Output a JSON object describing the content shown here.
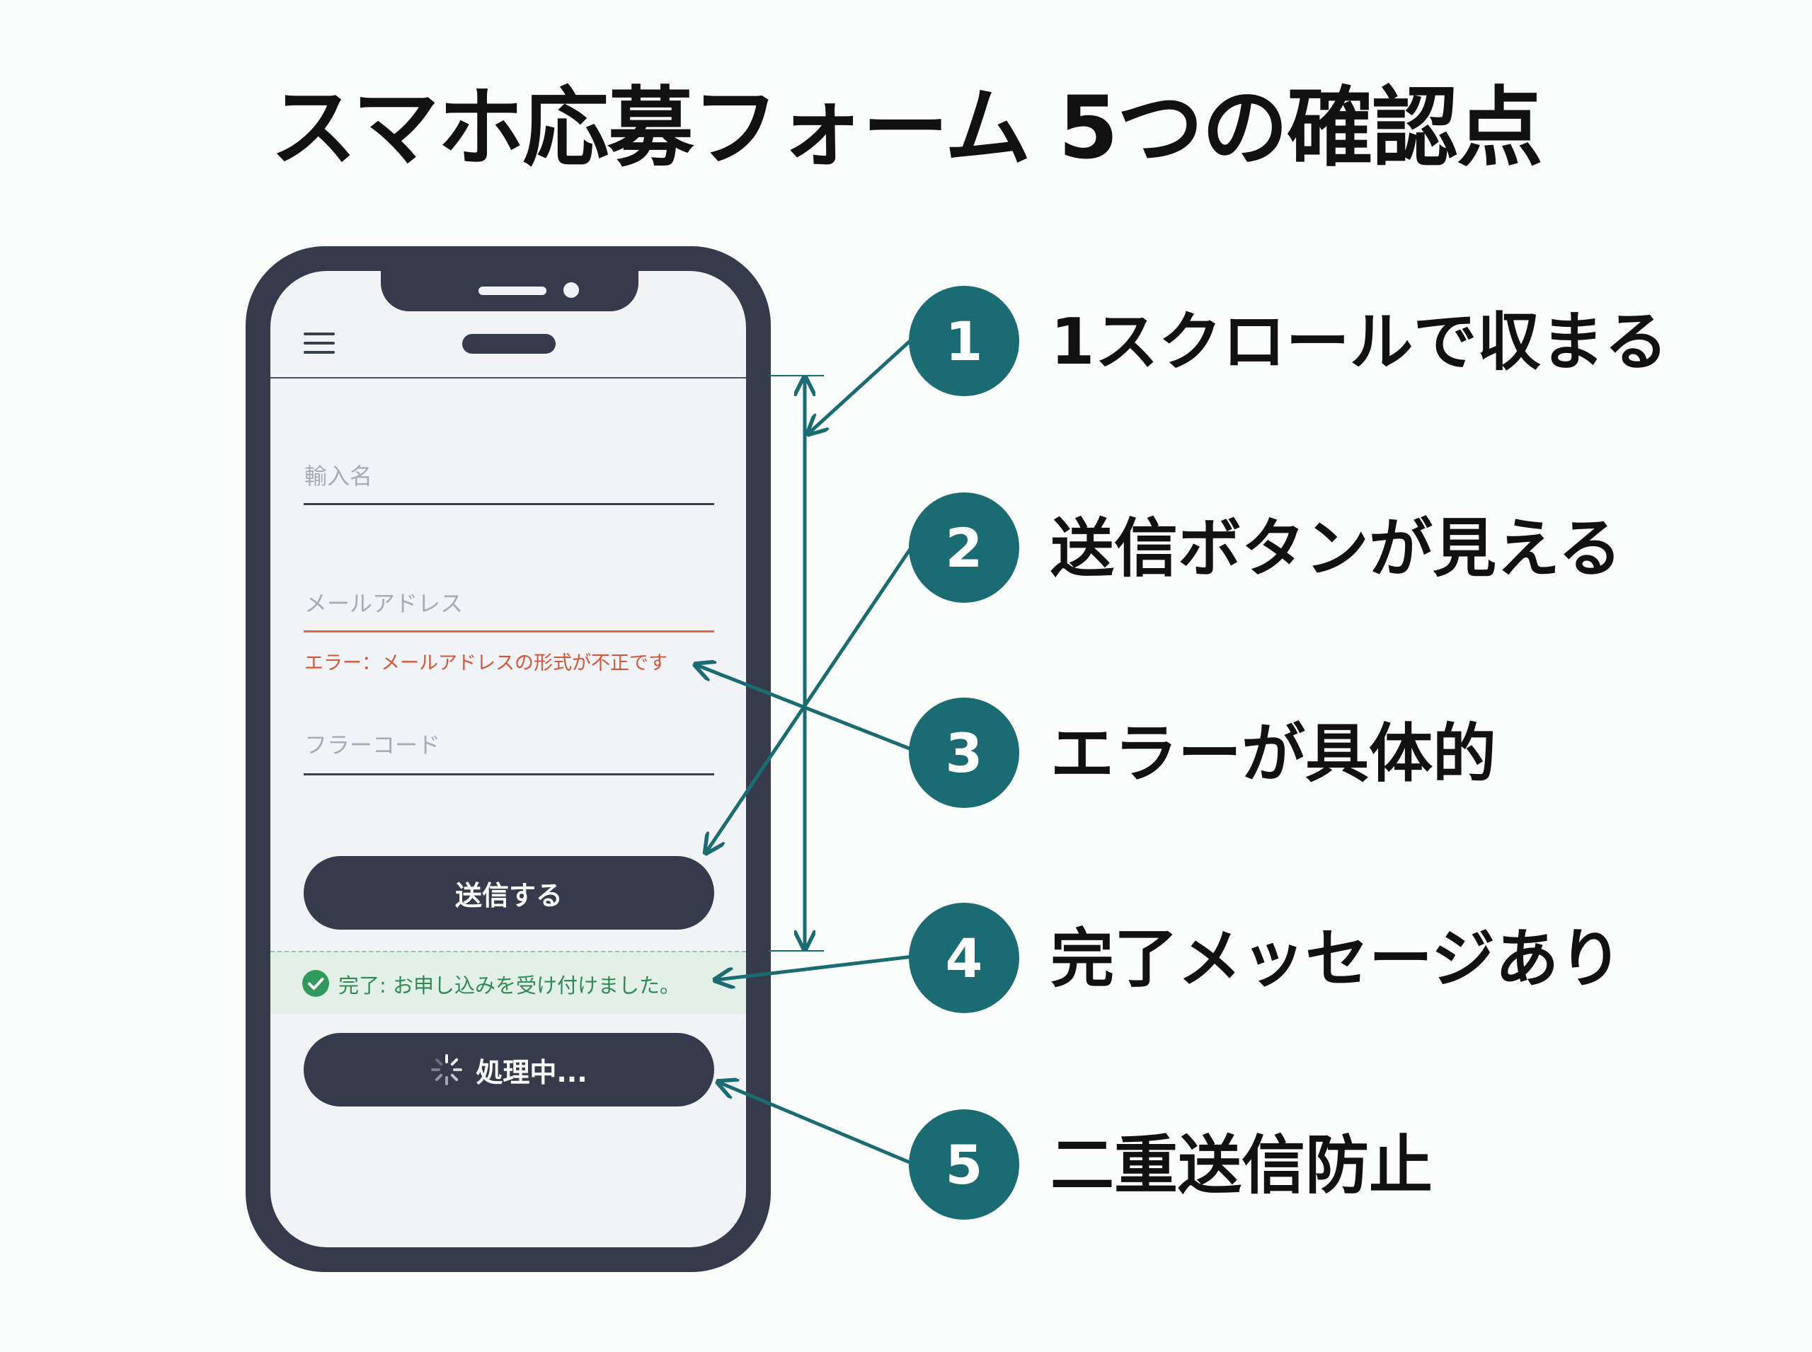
{
  "title": "スマホ応募フォーム 5つの確認点",
  "colors": {
    "teal": "#1a6c72",
    "phone_dark": "#363b4c",
    "screen_bg": "#f1f3f6",
    "error_red": "#d4573b",
    "success_green": "#2f8a56",
    "success_bg": "#e2f0e7"
  },
  "phone": {
    "menu_icon": "hamburger-menu-icon",
    "form": {
      "name_placeholder": "輸入名",
      "email_placeholder": "メールアドレス",
      "email_error": "エラー：メールアドレスの形式が不正です",
      "code_placeholder": "フラーコード",
      "submit_label": "送信する",
      "success_message": "完了: お申し込みを受け付けました。",
      "processing_label": "処理中..."
    }
  },
  "points": [
    {
      "number": "1",
      "label": "1スクロールで収まる"
    },
    {
      "number": "2",
      "label": "送信ボタンが見える"
    },
    {
      "number": "3",
      "label": "エラーが具体的"
    },
    {
      "number": "4",
      "label": "完了メッセージあり"
    },
    {
      "number": "5",
      "label": "二重送信防止"
    }
  ]
}
